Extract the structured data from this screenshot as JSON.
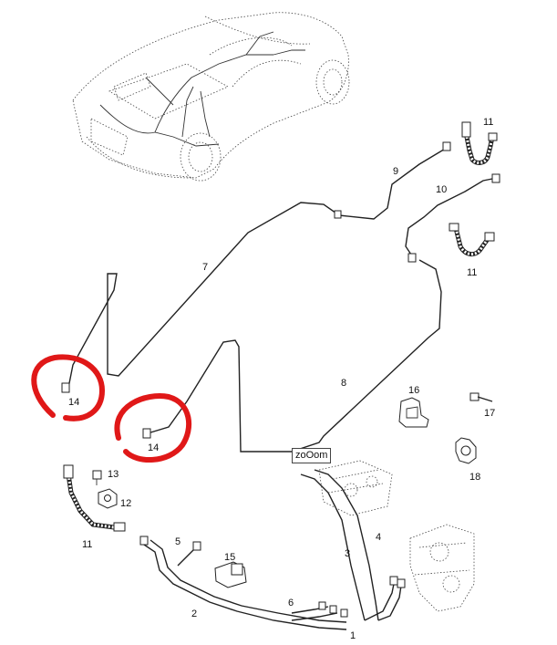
{
  "diagram": {
    "callouts": [
      {
        "id": "c1",
        "label": "1"
      },
      {
        "id": "c2",
        "label": "2"
      },
      {
        "id": "c3",
        "label": "3"
      },
      {
        "id": "c4",
        "label": "4"
      },
      {
        "id": "c5",
        "label": "5"
      },
      {
        "id": "c6",
        "label": "6"
      },
      {
        "id": "c7",
        "label": "7"
      },
      {
        "id": "c8",
        "label": "8"
      },
      {
        "id": "c9",
        "label": "9"
      },
      {
        "id": "c10",
        "label": "10"
      },
      {
        "id": "c11a",
        "label": "11"
      },
      {
        "id": "c11b",
        "label": "11"
      },
      {
        "id": "c11c",
        "label": "11"
      },
      {
        "id": "c12",
        "label": "12"
      },
      {
        "id": "c13",
        "label": "13"
      },
      {
        "id": "c14a",
        "label": "14"
      },
      {
        "id": "c14b",
        "label": "14"
      },
      {
        "id": "c15",
        "label": "15"
      },
      {
        "id": "c16",
        "label": "16"
      },
      {
        "id": "c17",
        "label": "17"
      },
      {
        "id": "c18",
        "label": "18"
      }
    ],
    "highlight_color": "#e01818"
  },
  "zoom_tooltip": "zoOom"
}
